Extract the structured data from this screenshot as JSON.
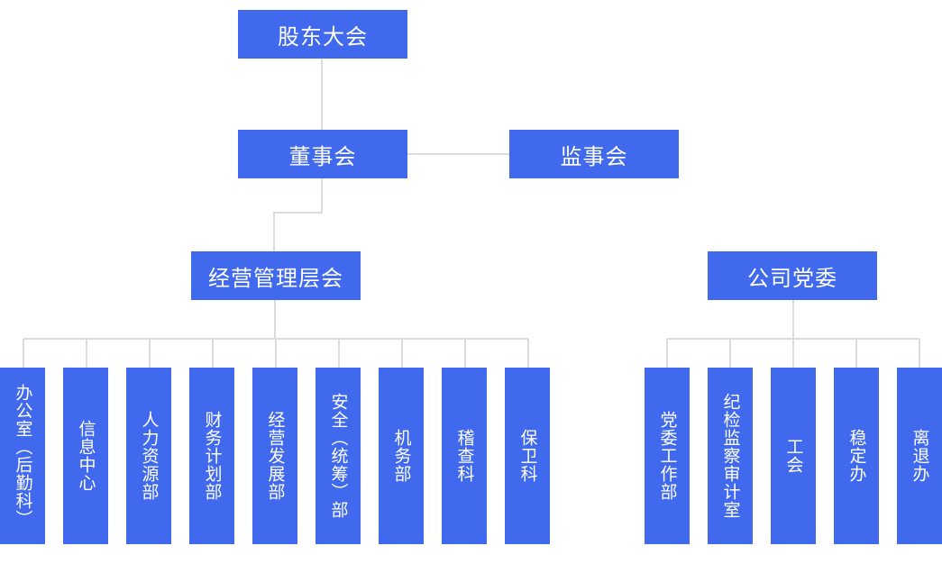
{
  "colors": {
    "node": "#4169ee",
    "connector": "#dcdcdc",
    "text": "#ffffff"
  },
  "nodes": {
    "shareholders": "股东大会",
    "board": "董事会",
    "supervisors": "监事会",
    "management": "经营管理层会",
    "party_committee": "公司党委"
  },
  "management_departments": [
    "办公室（后勤科）",
    "信息中心",
    "人力资源部",
    "财务计划部",
    "经营发展部",
    "安全（统筹）部",
    "机务部",
    "稽查科",
    "保卫科"
  ],
  "party_departments": [
    "党委工作部",
    "纪检监察审计室",
    "工会",
    "稳定办",
    "离退办"
  ]
}
